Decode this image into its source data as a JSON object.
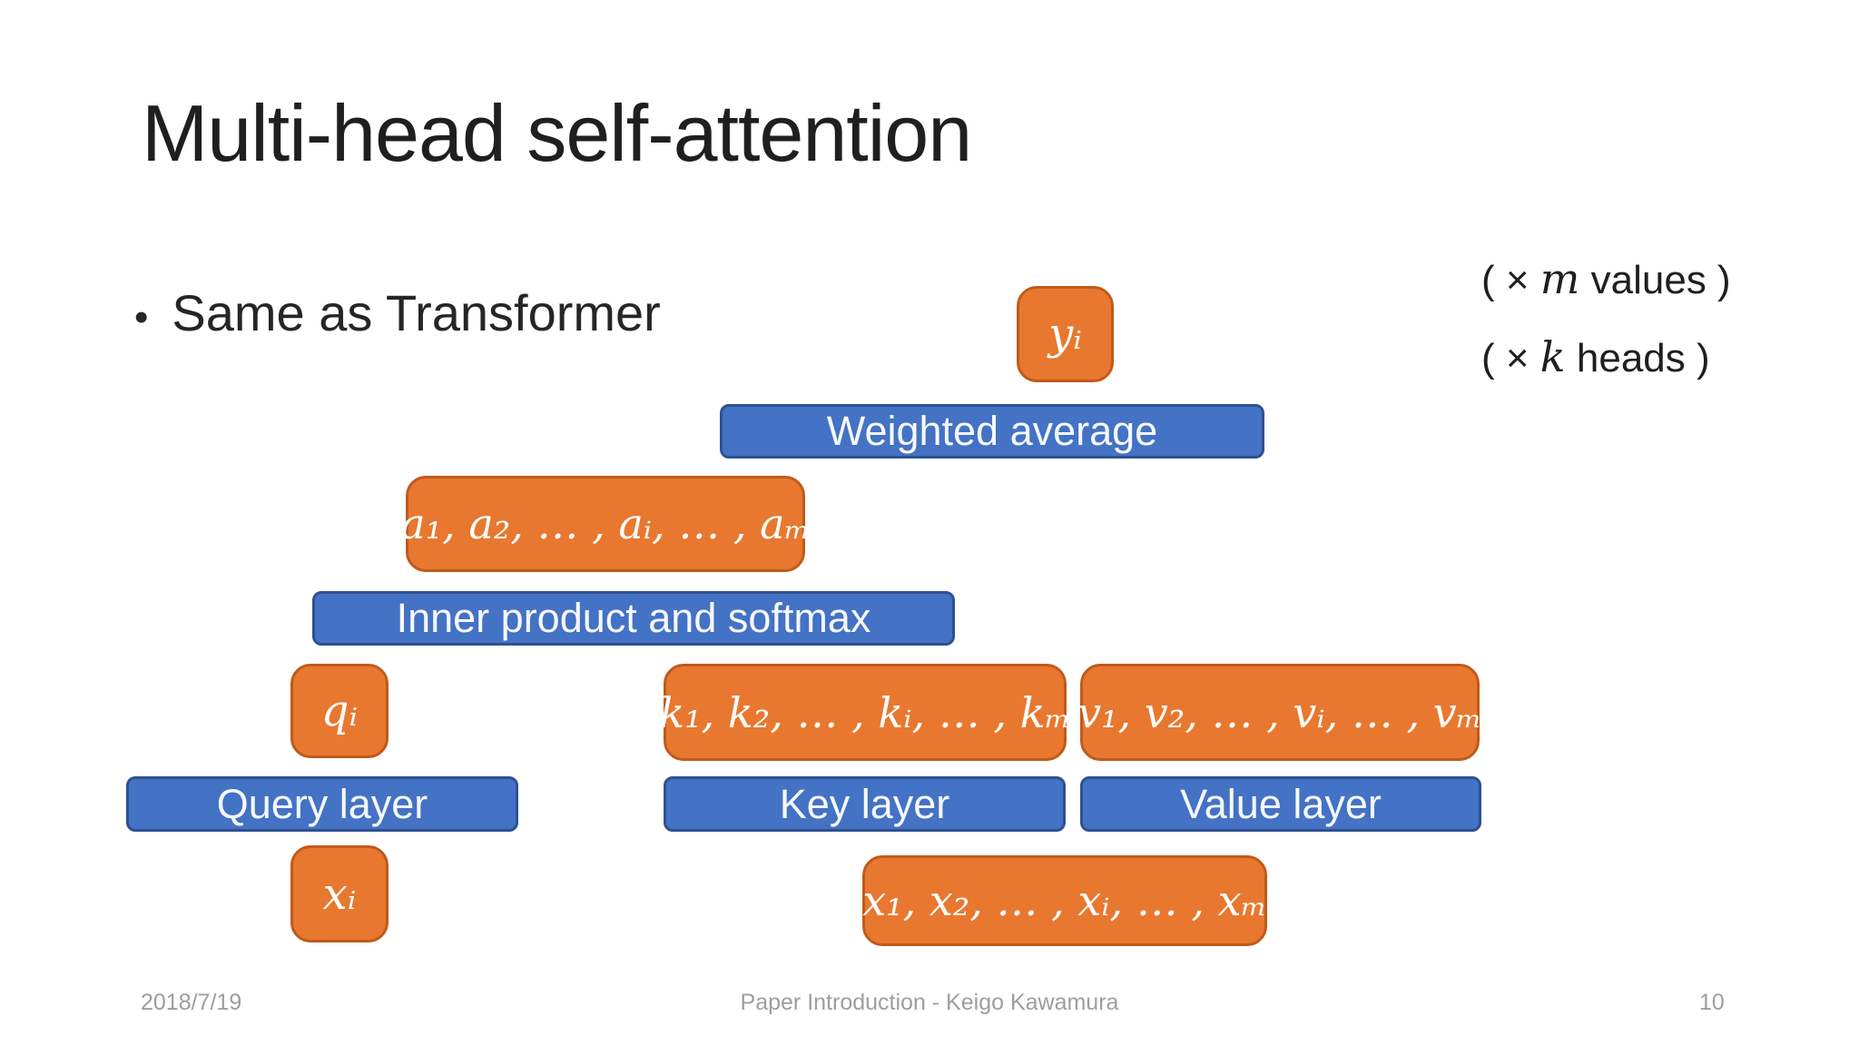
{
  "slide": {
    "title": "Multi-head self-attention",
    "bullet_marker": "•",
    "bullet_text": "Same as Transformer",
    "annotations": [
      {
        "prefix": "( × ",
        "variable": "m",
        "suffix": " values )"
      },
      {
        "prefix": "( × ",
        "variable": "k",
        "suffix": " heads )"
      }
    ],
    "colors": {
      "orange_fill": "#E8782F",
      "orange_border": "#C05A1B",
      "blue_fill": "#4472C4",
      "blue_border": "#2E5191",
      "node_text": "#FFFFFF",
      "title_text": "#1F1F1F",
      "footer_text": "#9E9E9E",
      "background": "#FFFFFF"
    }
  },
  "diagram": {
    "nodes": {
      "y": "yᵢ",
      "weighted_average": "Weighted average",
      "a_seq": "a₁, a₂, … , aᵢ, … , aₘ",
      "inner_product": "Inner product and softmax",
      "q": "qᵢ",
      "k_seq": "k₁, k₂, … , kᵢ, … , kₘ",
      "v_seq": "v₁, v₂, … , vᵢ, … , vₘ",
      "query_layer": "Query layer",
      "key_layer": "Key layer",
      "value_layer": "Value layer",
      "x": "xᵢ",
      "x_seq": "x₁, x₂, … , xᵢ, … , xₘ"
    }
  },
  "footer": {
    "date": "2018/7/19",
    "center_text": "Paper Introduction - Keigo Kawamura",
    "page_number": "10"
  }
}
